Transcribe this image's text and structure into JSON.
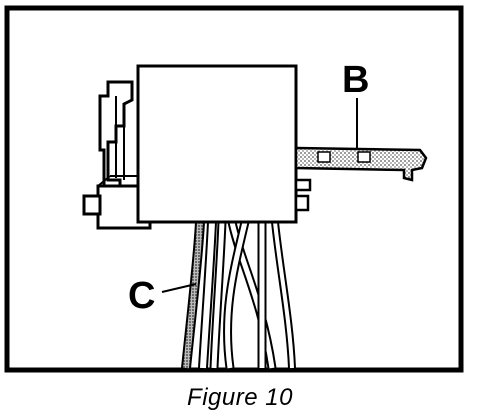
{
  "figure": {
    "caption": "Figure 10",
    "labels": {
      "b": "B",
      "c": "C"
    }
  },
  "colors": {
    "stroke": "#000000",
    "background": "#ffffff",
    "hatch": "#7a7a7a"
  }
}
